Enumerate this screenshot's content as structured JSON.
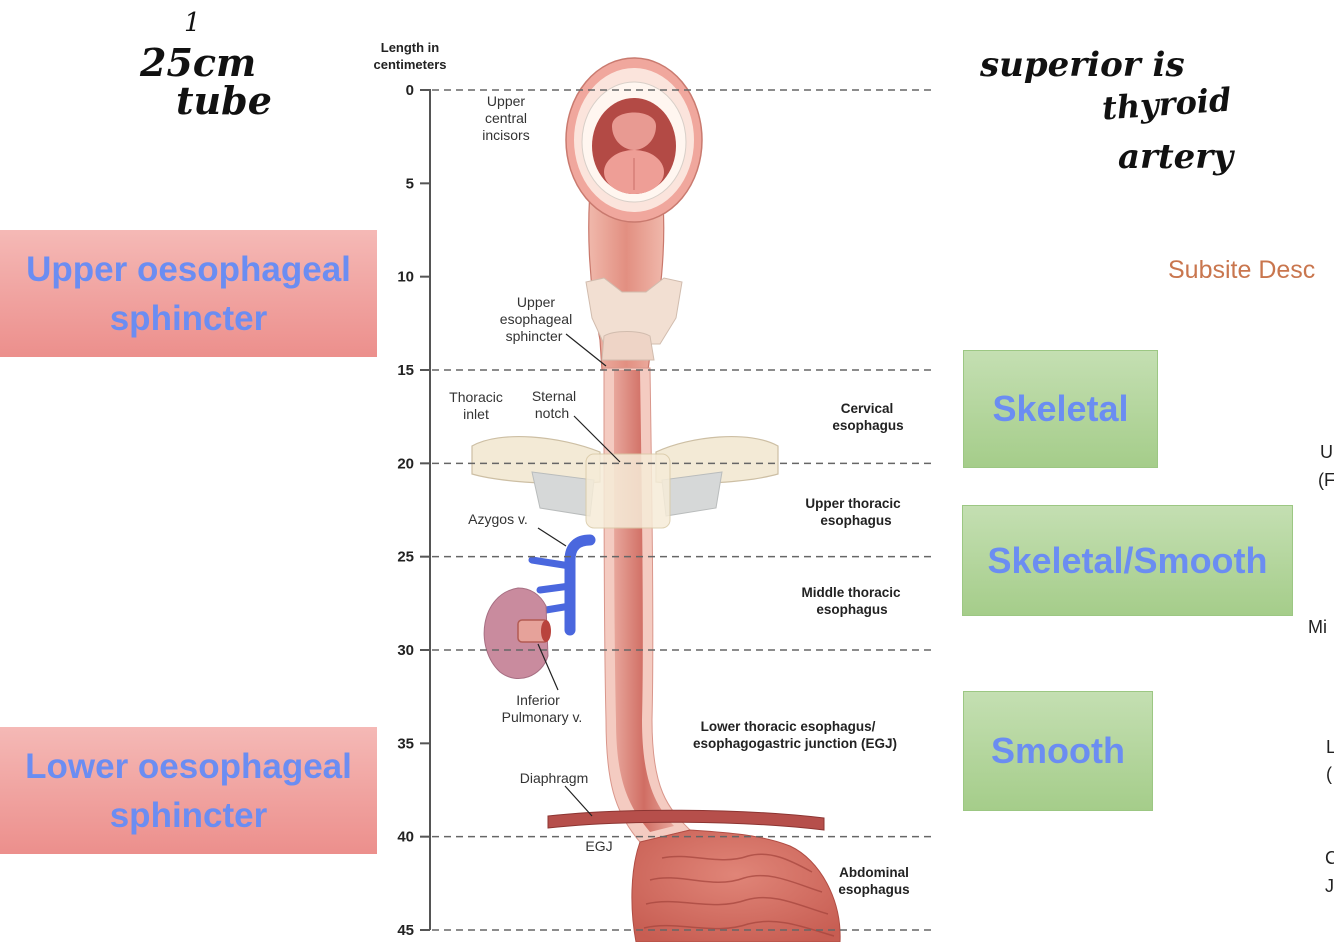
{
  "handwritten": {
    "top_left": [
      "1",
      "25cm",
      "tube"
    ],
    "top_right": [
      "superior is",
      "thyroid",
      "artery"
    ]
  },
  "sphincter_labels": {
    "upper": "Upper oesophageal\nsphincter",
    "lower": "Lower oesophageal\nsphincter"
  },
  "muscle_labels": {
    "skeletal": "Skeletal",
    "mixed": "Skeletal/Smooth",
    "smooth": "Smooth"
  },
  "cut_text": {
    "subsite": "Subsite Desc",
    "frag_u": "U",
    "frag_paren": "(F",
    "frag_mi": "Mi",
    "frag_l1": "L",
    "frag_l2": "(",
    "frag_c": "C",
    "frag_j": "J"
  },
  "diagram": {
    "axis_title": [
      "Length in",
      "centimeters"
    ],
    "ticks": [
      "0",
      "5",
      "10",
      "15",
      "20",
      "25",
      "30",
      "35",
      "40",
      "45"
    ],
    "anatomy_labels": {
      "incisors": [
        "Upper",
        "central",
        "incisors"
      ],
      "ues": [
        "Upper",
        "esophageal",
        "sphincter"
      ],
      "thoracic_inlet": [
        "Thoracic",
        "inlet"
      ],
      "sternal_notch": [
        "Sternal",
        "notch"
      ],
      "azygos": "Azygos v.",
      "pulmonary": [
        "Inferior",
        "Pulmonary v."
      ],
      "diaphragm": "Diaphragm",
      "egj": "EGJ"
    },
    "segment_labels": {
      "cervical": [
        "Cervical",
        "esophagus"
      ],
      "upper_thoracic": [
        "Upper thoracic",
        "esophagus"
      ],
      "middle_thoracic": [
        "Middle thoracic",
        "esophagus"
      ],
      "lower_thoracic": [
        "Lower thoracic esophagus/",
        "esophagogastric junction (EGJ)"
      ],
      "abdominal": [
        "Abdominal",
        "esophagus"
      ]
    }
  },
  "colors": {
    "pink_box": "#ee9693",
    "green_box": "#b3d59c",
    "label_blue": "#6b8df2",
    "esophagus": "#d8766c"
  }
}
